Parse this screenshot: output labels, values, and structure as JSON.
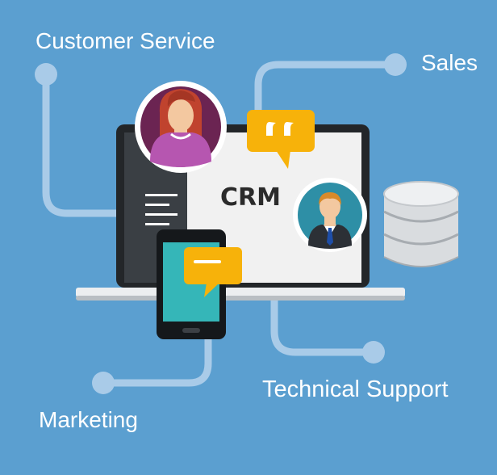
{
  "labels": {
    "customer_service": "Customer Service",
    "sales": "Sales",
    "technical_support": "Technical Support",
    "marketing": "Marketing"
  },
  "screen": {
    "title": "CRM"
  },
  "icons": {
    "customer_service": "female-agent-avatar-icon",
    "sales": "male-businessman-avatar-icon",
    "chat": "speech-bubble-icon",
    "storage": "database-icon",
    "mobile": "smartphone-icon"
  },
  "colors": {
    "background": "#5b9fd0",
    "connector": "#a9cbe8",
    "bubble": "#f7b20a",
    "text": "#ffffff"
  }
}
